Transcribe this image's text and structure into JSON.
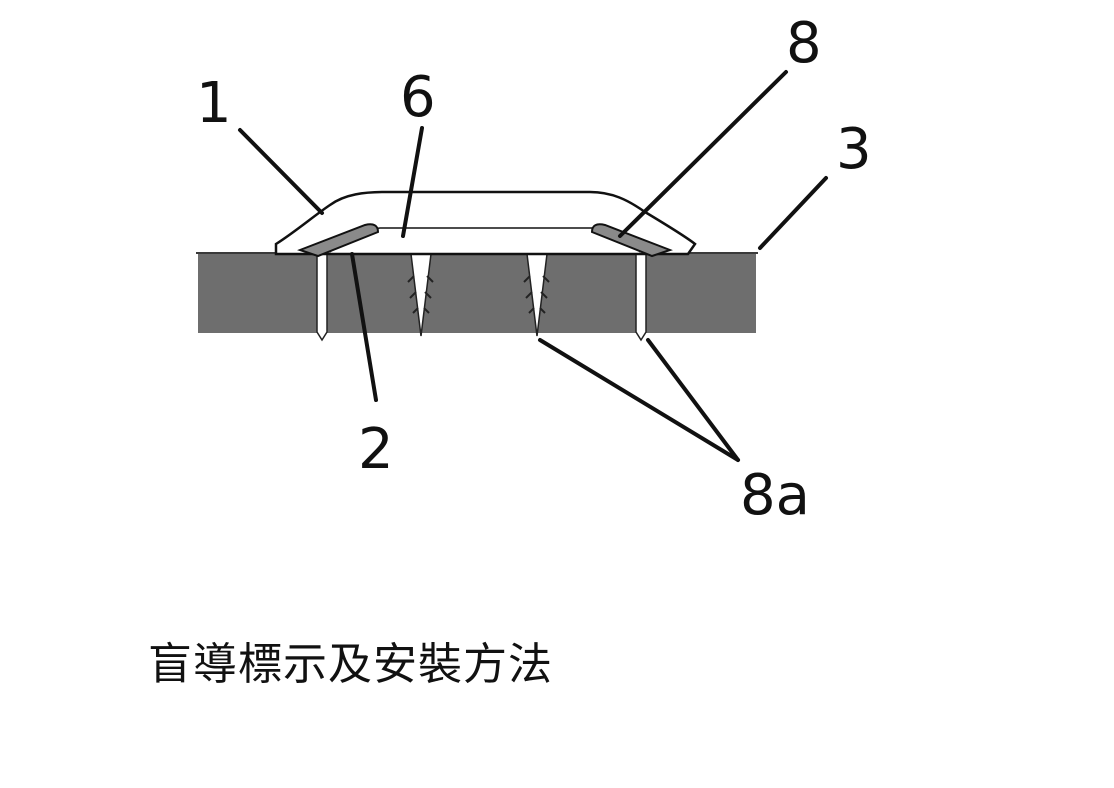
{
  "labels": {
    "part_1": "1",
    "part_2": "2",
    "part_3": "3",
    "part_6": "6",
    "part_8": "8",
    "part_8a": "8a"
  },
  "caption": "盲導標示及安裝方法",
  "colors": {
    "substrate": "#6e6e6e",
    "outline": "#111111",
    "cover": "#ffffff",
    "background": "#ffffff"
  }
}
